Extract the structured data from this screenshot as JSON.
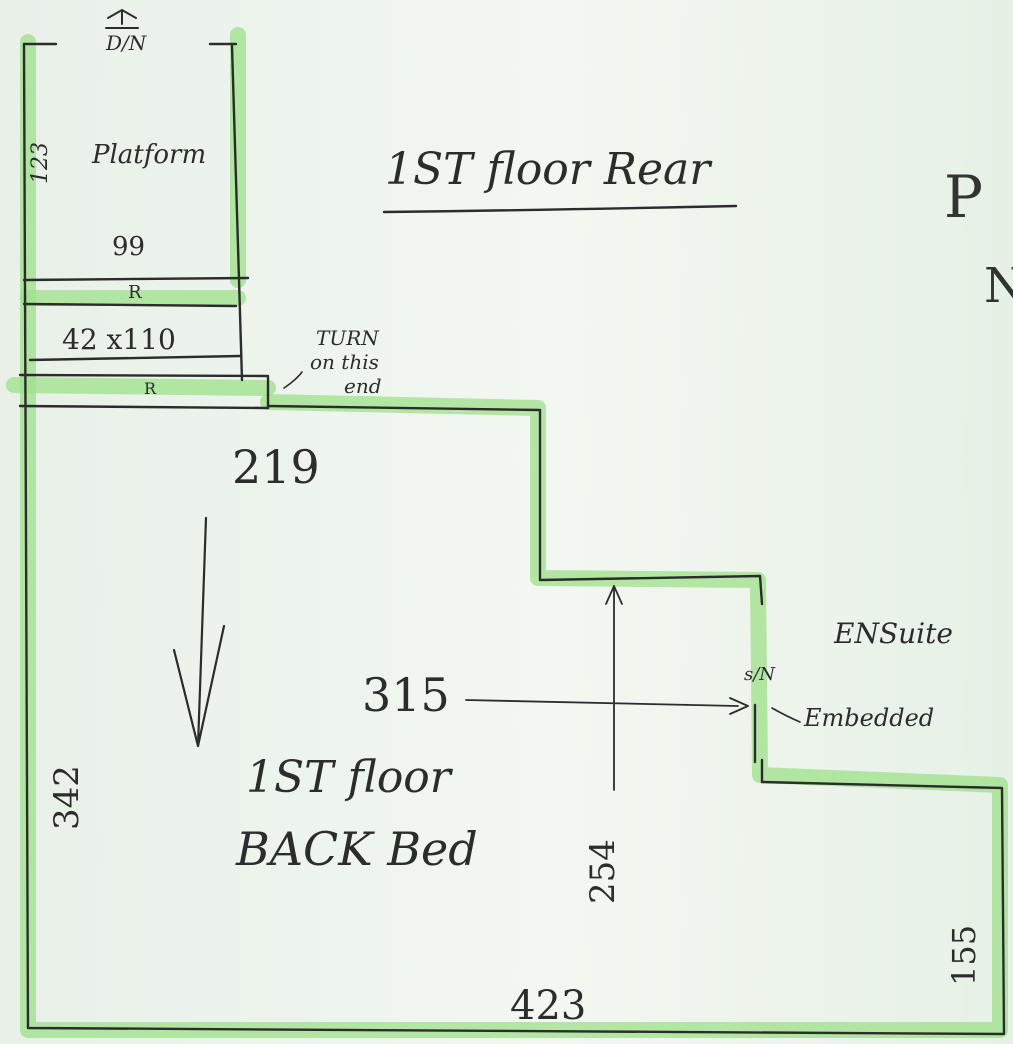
{
  "title": "1ST floor Rear",
  "partial_text": [
    "P",
    "N"
  ],
  "stair": {
    "direction_label": "D/N",
    "platform_label": "Platform",
    "platform_depth": "123",
    "platform_width": "99",
    "riser_label_1": "R",
    "riser_label_2": "R",
    "step_size": "42 x110",
    "turn_note": [
      "TURN",
      "on this",
      "end"
    ]
  },
  "room": {
    "name_line_1": "1ST floor",
    "name_line_2": "BACK Bed",
    "dimensions": {
      "top": "219",
      "left": "342",
      "middle": "315",
      "ensuite_depth": "254",
      "bottom": "423",
      "right": "155"
    }
  },
  "ensuite": {
    "label": "ENSuite",
    "switch_label": "s/N",
    "switch_note": "Embedded"
  },
  "colors": {
    "highlighter": "#9ee08a",
    "pencil": "#2c2c2c",
    "paper": "#eef5ee"
  }
}
